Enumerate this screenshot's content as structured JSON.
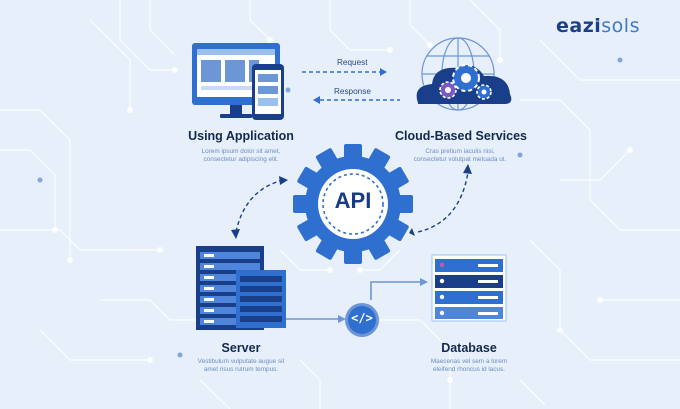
{
  "brand": {
    "part1": "eazi",
    "part2": "sols"
  },
  "colors": {
    "background": "#e6effa",
    "primary": "#2f6fd0",
    "dark": "#1a3f8a",
    "light": "#9cc0ee",
    "text": "#13294d",
    "desc_text": "#6d8fc0"
  },
  "nodes": {
    "app": {
      "title": "Using Application",
      "desc_line1": "Lorem ipsum dolor sit amet,",
      "desc_line2": "consectetur adipiscing elit."
    },
    "cloud": {
      "title": "Cloud-Based Services",
      "desc_line1": "Cras pretium iaculis nisi,",
      "desc_line2": "consectetur volutpat metuada ut."
    },
    "api": {
      "label": "API"
    },
    "server": {
      "title": "Server",
      "desc_line1": "Vestibulum vulputate augue sit",
      "desc_line2": "amet risus rutrum tempus."
    },
    "database": {
      "title": "Database",
      "desc_line1": "Maecenas vel sem a lorem",
      "desc_line2": "eleifend rhoncus id lacus."
    },
    "code": {
      "label": "</>"
    }
  },
  "arrows": {
    "request": "Request",
    "response": "Response"
  },
  "icons": [
    "monitor-icon",
    "phone-icon",
    "cloud-gears-icon",
    "api-gear-icon",
    "server-rack-icon",
    "code-icon",
    "database-icon"
  ]
}
